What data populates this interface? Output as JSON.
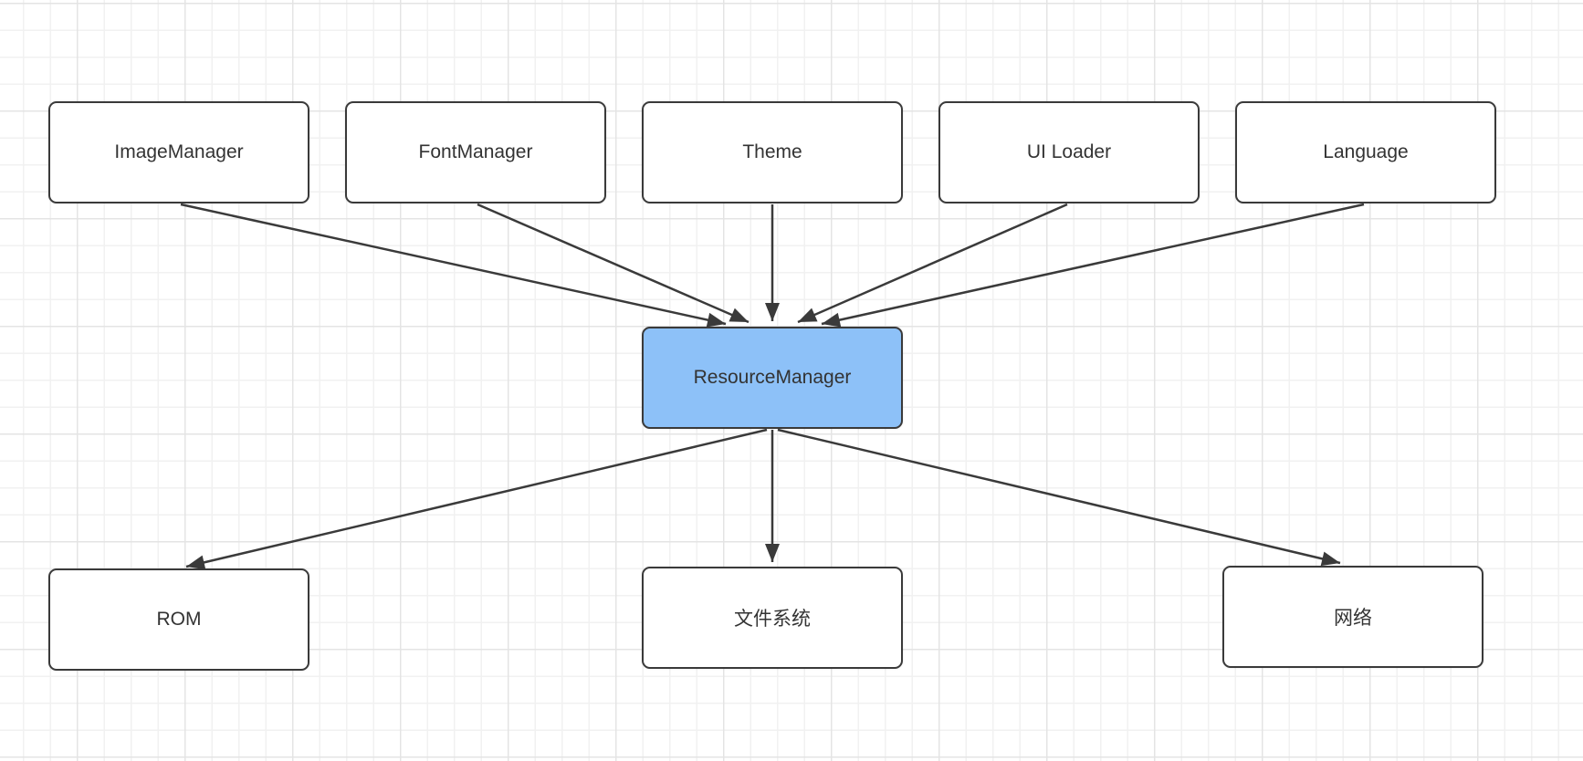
{
  "diagram": {
    "top_row": [
      {
        "id": "imagemanager",
        "label": "ImageManager"
      },
      {
        "id": "fontmanager",
        "label": "FontManager"
      },
      {
        "id": "theme",
        "label": "Theme"
      },
      {
        "id": "uiloader",
        "label": "UI Loader"
      },
      {
        "id": "language",
        "label": "Language"
      }
    ],
    "center_node": {
      "id": "resourcemanager",
      "label": "ResourceManager"
    },
    "bottom_row": [
      {
        "id": "rom",
        "label": "ROM"
      },
      {
        "id": "filesystem",
        "label": "文件系统"
      },
      {
        "id": "network",
        "label": "网络"
      }
    ],
    "edges": [
      {
        "from": "ImageManager",
        "to": "ResourceManager"
      },
      {
        "from": "FontManager",
        "to": "ResourceManager"
      },
      {
        "from": "Theme",
        "to": "ResourceManager"
      },
      {
        "from": "UI Loader",
        "to": "ResourceManager"
      },
      {
        "from": "Language",
        "to": "ResourceManager"
      },
      {
        "from": "ResourceManager",
        "to": "ROM"
      },
      {
        "from": "ResourceManager",
        "to": "文件系统"
      },
      {
        "from": "ResourceManager",
        "to": "网络"
      }
    ],
    "colors": {
      "background": "#ffffff",
      "grid_minor": "#f1f1f1",
      "grid_major": "#e4e4e4",
      "node_fill": "#ffffff",
      "node_border": "#3a3a3a",
      "center_fill": "#8dc1f8",
      "text": "#333333",
      "arrow": "#3a3a3a"
    }
  }
}
